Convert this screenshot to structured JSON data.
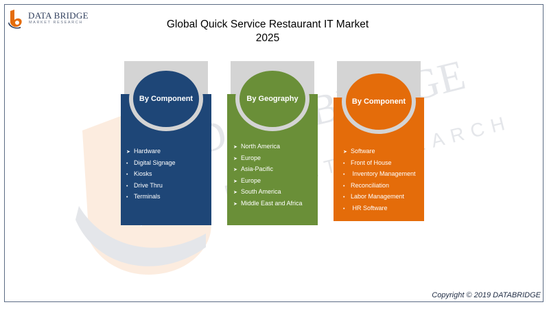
{
  "brand": {
    "name": "DATA BRIDGE",
    "tagline": "MARKET RESEARCH",
    "watermark_line1": "DATA BRIDGE",
    "watermark_line2": "MARKET RESEARCH"
  },
  "title": {
    "line1": "Global Quick Service Restaurant IT Market",
    "line2": "2025"
  },
  "columns": [
    {
      "heading": "By Component",
      "color": "#1e4677",
      "items": [
        "Hardware",
        "Digital Signage",
        "Kiosks",
        "Drive Thru",
        "Terminals"
      ]
    },
    {
      "heading": "By Geography",
      "color": "#6a8f38",
      "items": [
        "North America",
        "Europe",
        "Asia-Pacific",
        "Europe",
        "South America",
        "Middle East and Africa"
      ]
    },
    {
      "heading": "By Component",
      "color": "#e46c0a",
      "items": [
        "Software",
        "Front of House",
        " Inventory Management",
        "Reconciliation",
        "Labor Management",
        " HR Software"
      ]
    }
  ],
  "bullet_icon": "arrowhead-right-icon",
  "copyright": "Copyright © 2019 DATABRIDGE"
}
